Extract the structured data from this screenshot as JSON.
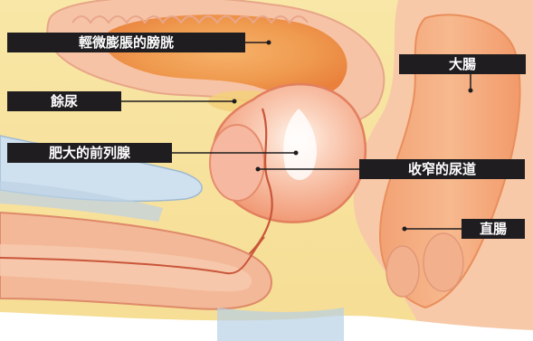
{
  "labels": {
    "bladder": "輕微膨脹的膀胱",
    "residual_urine": "餘尿",
    "enlarged_prostate": "肥大的前列腺",
    "large_intestine": "大腸",
    "narrowed_urethra": "收窄的尿道",
    "rectum": "直腸"
  }
}
